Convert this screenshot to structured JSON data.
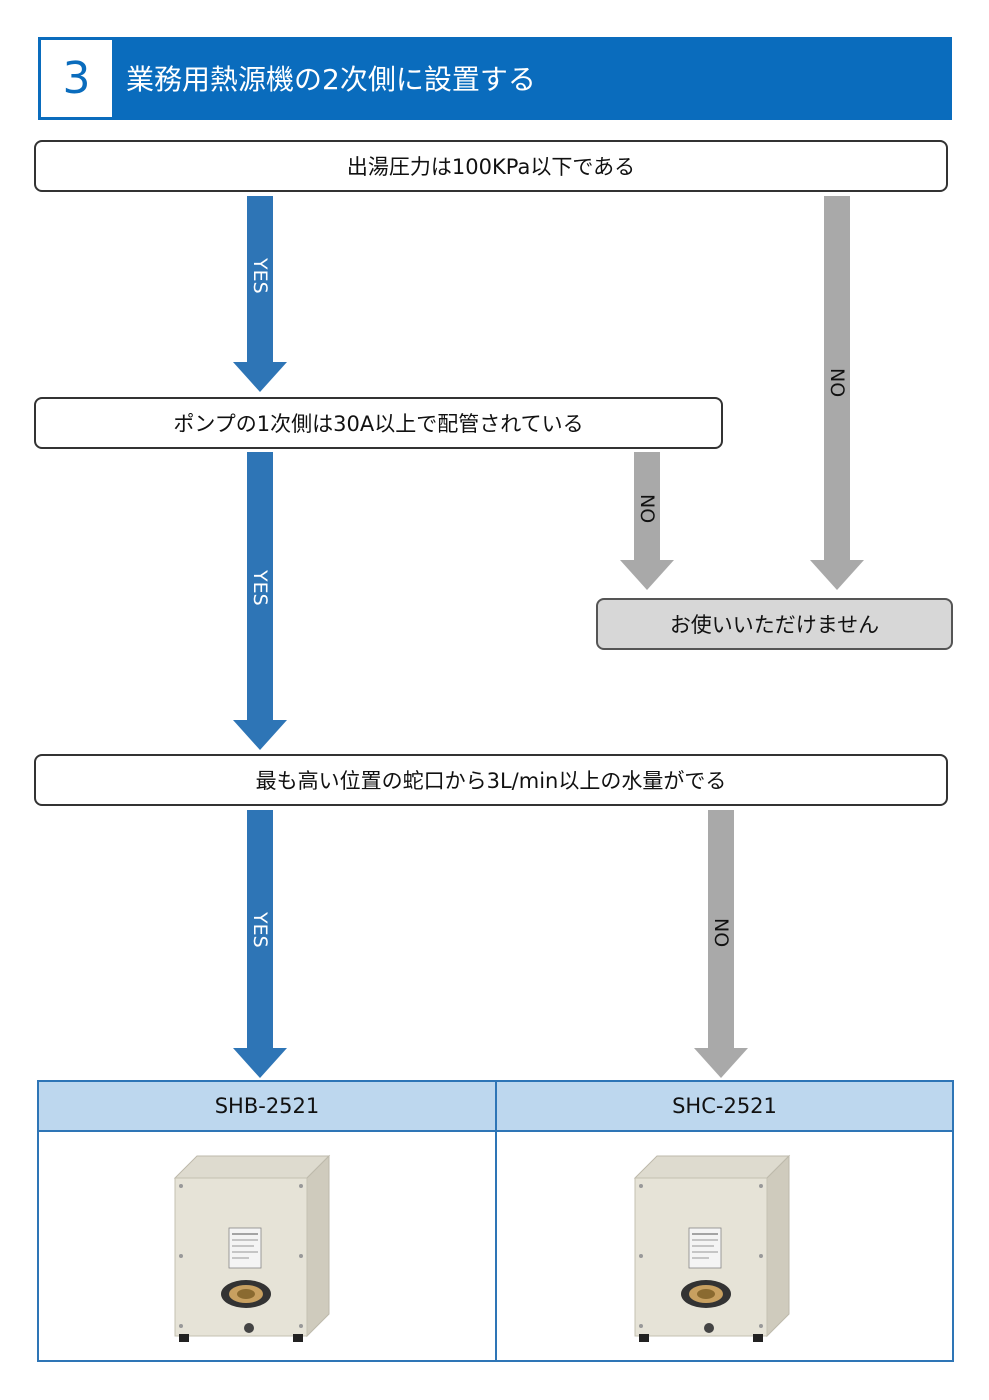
{
  "header": {
    "number": "3",
    "title": "業務用熱源機の2次側に設置する"
  },
  "nodes": {
    "q1": "出湯圧力は100KPa以下である",
    "q2": "ポンプの1次側は30A以上で配管されている",
    "q3": "最も高い位置の蛇口から3L/min以上の水量がでる",
    "unavailable": "お使いいただけません"
  },
  "edges": {
    "yes": "YES",
    "no": "NO"
  },
  "products": [
    {
      "model": "SHB-2521"
    },
    {
      "model": "SHC-2521"
    }
  ],
  "colors": {
    "header_blue": "#0a6cbd",
    "yes_arrow": "#2e75b6",
    "no_arrow": "#a9a9a9",
    "table_header": "#bdd7ee",
    "unavailable_box": "#d7d7d7"
  }
}
